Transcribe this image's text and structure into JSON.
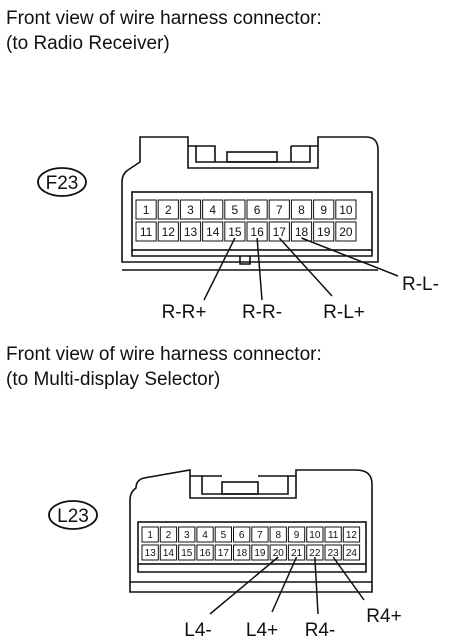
{
  "connector1": {
    "heading_line1": "Front view of wire harness connector:",
    "heading_line2": "(to Radio Receiver)",
    "code": "F23",
    "pins_top": [
      "1",
      "2",
      "3",
      "4",
      "5",
      "6",
      "7",
      "8",
      "9",
      "10"
    ],
    "pins_bottom": [
      "11",
      "12",
      "13",
      "14",
      "15",
      "16",
      "17",
      "18",
      "19",
      "20"
    ],
    "callouts": [
      {
        "pin": "15",
        "label": "R-R+"
      },
      {
        "pin": "16",
        "label": "R-R-"
      },
      {
        "pin": "17",
        "label": "R-L+"
      },
      {
        "pin": "18",
        "label": "R-L-"
      }
    ]
  },
  "connector2": {
    "heading_line1": "Front view of wire harness connector:",
    "heading_line2": "(to Multi-display Selector)",
    "code": "L23",
    "pins_top": [
      "1",
      "2",
      "3",
      "4",
      "5",
      "6",
      "7",
      "8",
      "9",
      "10",
      "11",
      "12"
    ],
    "pins_bottom": [
      "13",
      "14",
      "15",
      "16",
      "17",
      "18",
      "19",
      "20",
      "21",
      "22",
      "23",
      "24"
    ],
    "callouts": [
      {
        "pin": "20",
        "label": "L4-"
      },
      {
        "pin": "21",
        "label": "L4+"
      },
      {
        "pin": "22",
        "label": "R4-"
      },
      {
        "pin": "23",
        "label": "R4+"
      }
    ]
  }
}
